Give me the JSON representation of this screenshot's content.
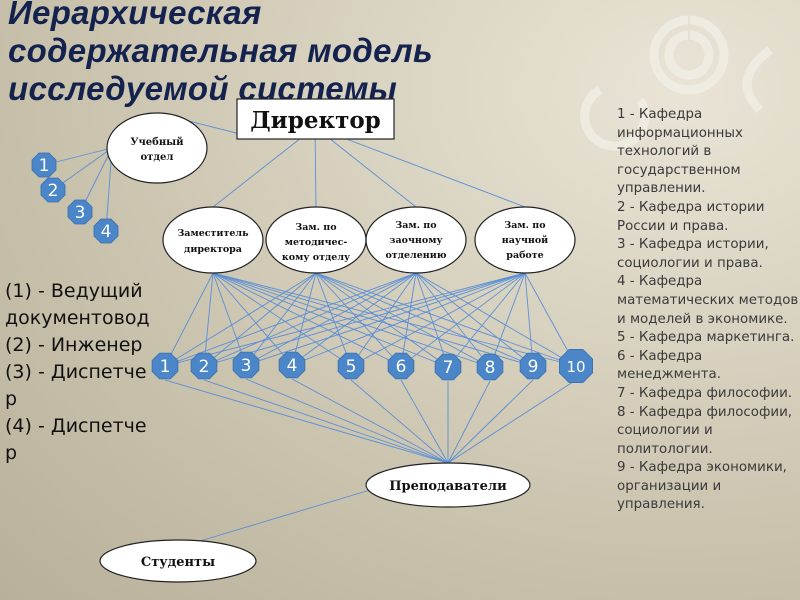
{
  "title": {
    "line1": "Иерархическая",
    "line2": "содержательная модель",
    "line3": "исследуемой системы"
  },
  "nodes": {
    "director": "Директор",
    "study_dept": [
      "Учебный",
      "отдел"
    ],
    "deputy": [
      "Заместитель",
      "директора"
    ],
    "dep_method": [
      "Зам. по",
      "методичес-",
      "кому отделу"
    ],
    "dep_extramural": [
      "Зам. по",
      "заочному",
      "отделению"
    ],
    "dep_research": [
      "Зам. по",
      "научной",
      "работе"
    ],
    "teachers": "Преподаватели",
    "students": "Студенты"
  },
  "staff_badges": [
    "1",
    "2",
    "3",
    "4"
  ],
  "department_badges": [
    "1",
    "2",
    "3",
    "4",
    "5",
    "6",
    "7",
    "8",
    "9",
    "10"
  ],
  "left_legend": [
    "(1) - Ведущий документовод",
    "(2) - Инженер",
    "(3) - Диспетчер",
    "(4) - Диспетчер"
  ],
  "right_legend": [
    "1 - Кафедра информационных технологий в государственном управлении.",
    "2 - Кафедра истории России и права.",
    "3 - Кафедра истории, социологии и права.",
    "4 - Кафедра математических методов и моделей в экономике.",
    "5 - Кафедра маркетинга.",
    "6 - Кафедра менеджмента.",
    "7 - Кафедра философии.",
    "8 - Кафедра философии, социологии и политологии.",
    "9 - Кафедра экономики, организации и управления."
  ],
  "colors": {
    "title": "#14224e",
    "badge": "#4a86c8",
    "line": "#5b8fd6",
    "node_fill": "#ffffff"
  }
}
